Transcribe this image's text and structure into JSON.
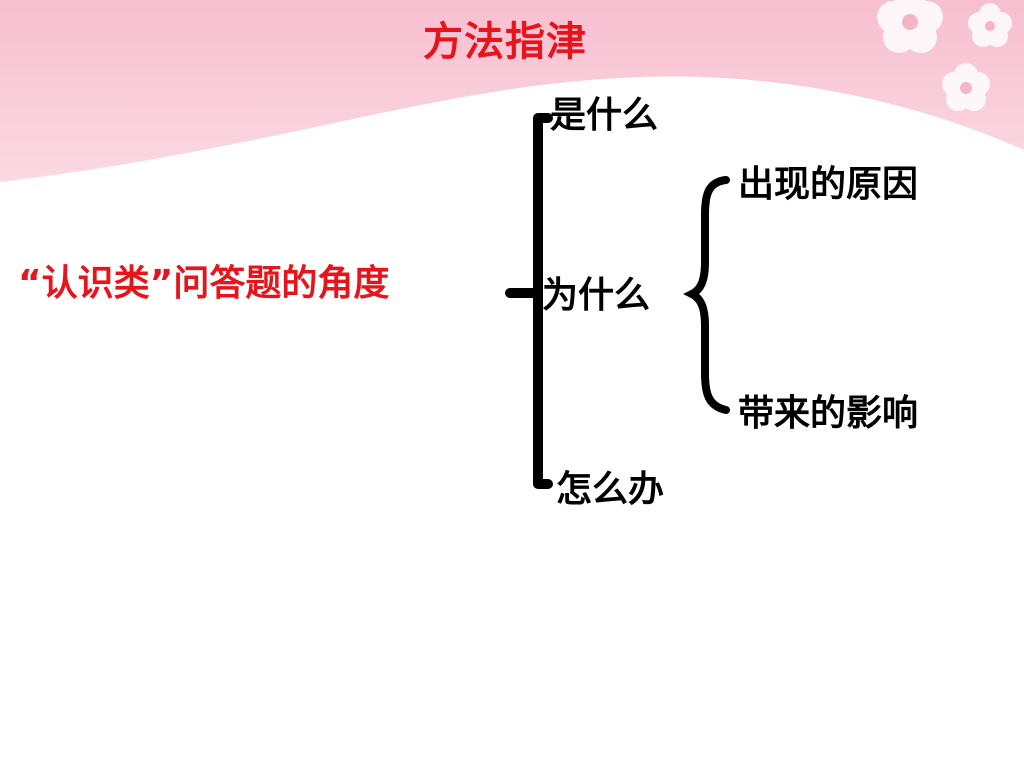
{
  "slide": {
    "title": "方法指津",
    "accent_color": "#e8141c",
    "header_color": "#f9c9d6"
  },
  "diagram": {
    "root": "“认识类”问答题的角度",
    "branches": [
      {
        "label": "是什么"
      },
      {
        "label": "为什么",
        "children": [
          {
            "label": "出现的原因"
          },
          {
            "label": "带来的影响"
          }
        ]
      },
      {
        "label": "怎么办"
      }
    ]
  }
}
